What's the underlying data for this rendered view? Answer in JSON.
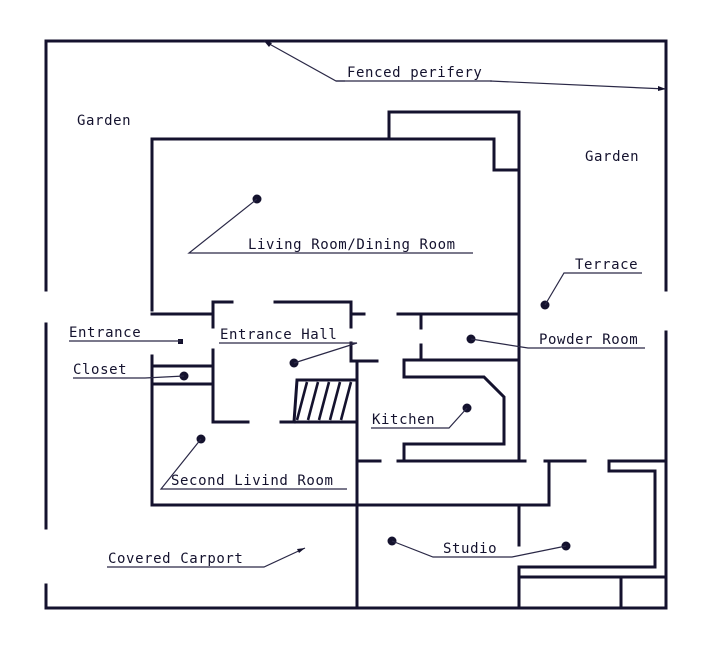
{
  "diagram": {
    "type": "floor-plan",
    "colors": {
      "ink": "#14122e",
      "background": "#ffffff"
    },
    "labels": {
      "fenced_perifery": "Fenced perifery",
      "garden_left": "Garden",
      "garden_right": "Garden",
      "living_dining": "Living Room/Dining Room",
      "terrace": "Terrace",
      "entrance": "Entrance",
      "entrance_hall": "Entrance Hall",
      "powder_room": "Powder Room",
      "closet": "Closet",
      "kitchen": "Kitchen",
      "second_living": "Second Livind Room",
      "covered_carport": "Covered Carport",
      "studio": "Studio"
    }
  }
}
